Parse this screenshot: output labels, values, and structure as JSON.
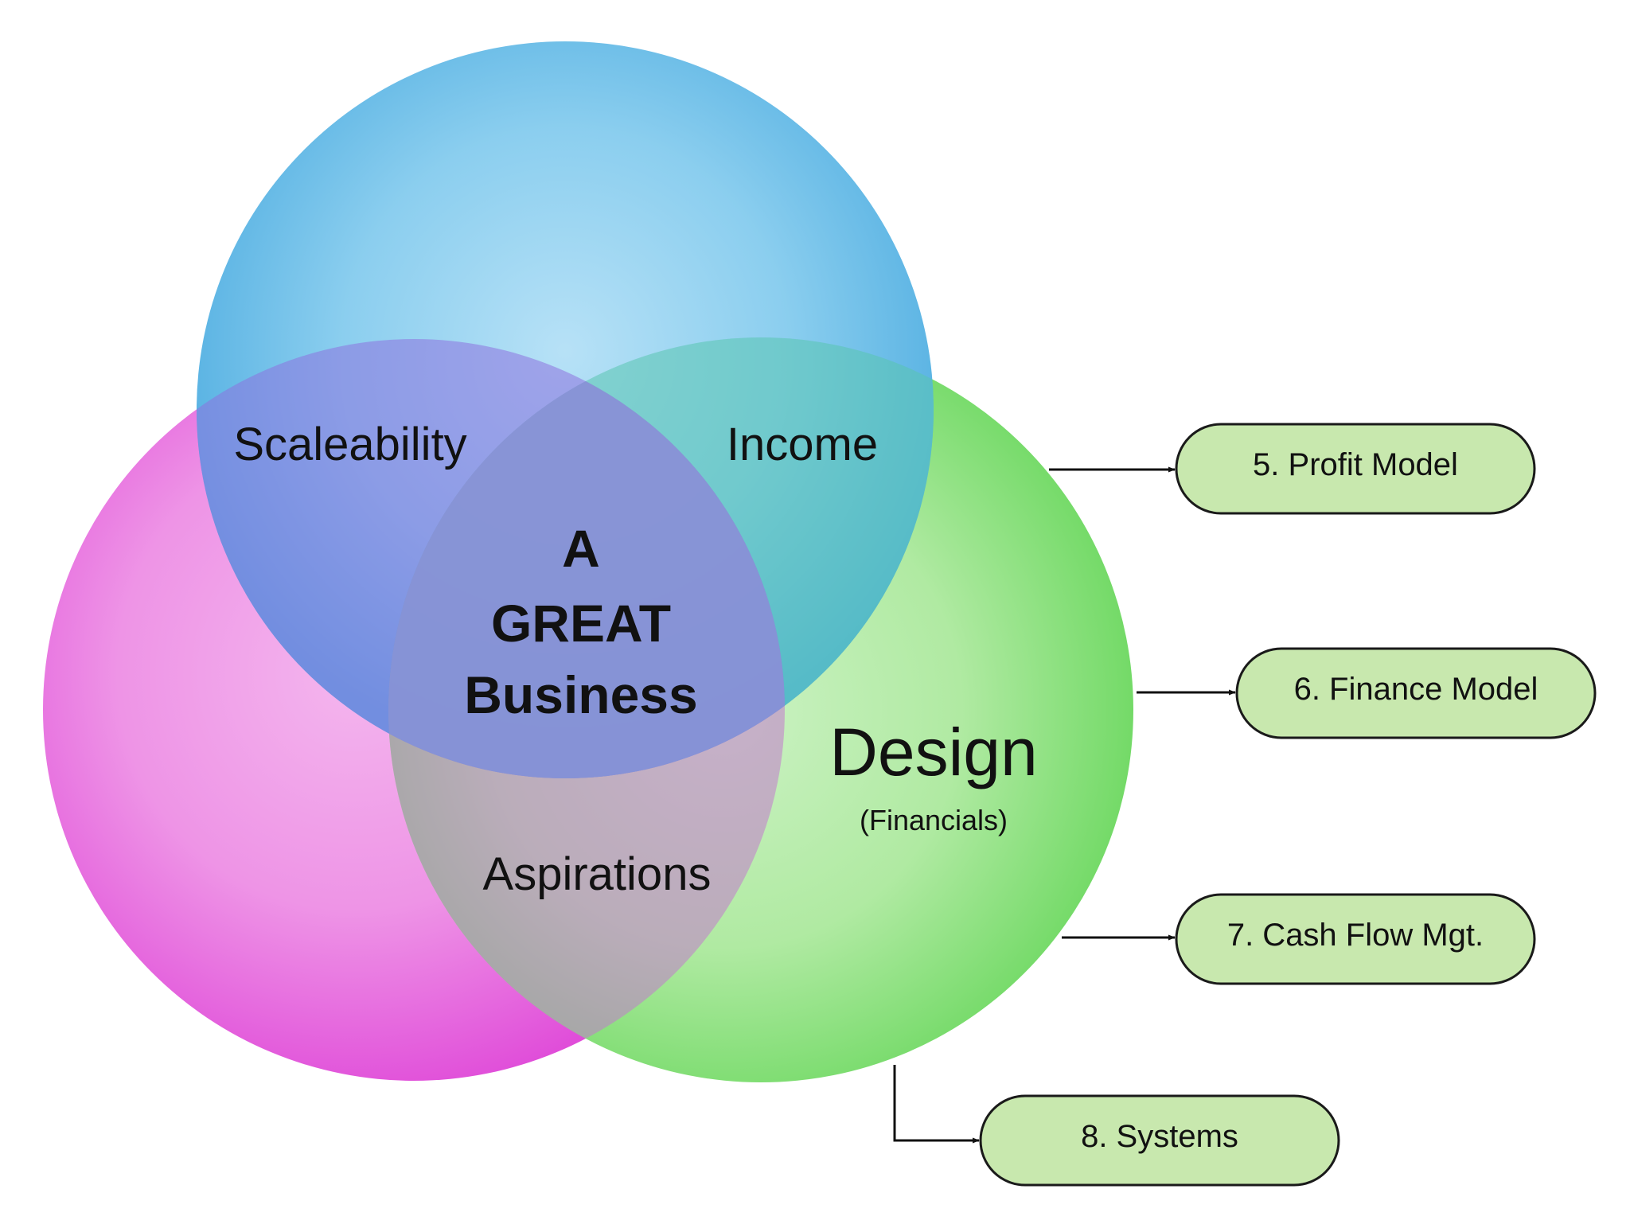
{
  "venn": {
    "center_line1": "A",
    "center_line2": "GREAT",
    "center_line3": "Business",
    "scaleability": "Scaleability",
    "income": "Income",
    "aspirations": "Aspirations",
    "design": "Design",
    "design_sub": "(Financials)"
  },
  "outputs": [
    {
      "label": "5. Profit Model"
    },
    {
      "label": "6. Finance Model"
    },
    {
      "label": "7. Cash Flow Mgt."
    },
    {
      "label": "8. Systems"
    }
  ],
  "colors": {
    "blue_circle": "#4FB0E2",
    "pink_circle": "#E24FDA",
    "green_circle": "#6BDC60",
    "box_fill": "#C8E8AE",
    "box_stroke": "#1A1A1A",
    "arrow": "#111111"
  }
}
